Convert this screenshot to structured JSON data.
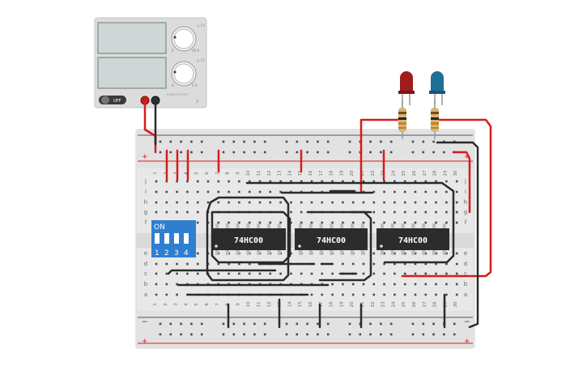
{
  "power_supply": {
    "switch_label": "OFF",
    "knob_labels": [
      "0",
      "30 V",
      "0",
      "5 A"
    ],
    "side_label": "POWER SUPPLY"
  },
  "breadboard": {
    "column_numbers": [
      "1",
      "2",
      "3",
      "4",
      "5",
      "6",
      "7",
      "8",
      "9",
      "10",
      "11",
      "12",
      "13",
      "14",
      "15",
      "16",
      "17",
      "18",
      "19",
      "20",
      "21",
      "22",
      "23",
      "24",
      "25",
      "26",
      "27",
      "28",
      "29",
      "30"
    ],
    "row_letters_top": [
      "j",
      "i",
      "h",
      "g",
      "f"
    ],
    "row_letters_bottom": [
      "e",
      "d",
      "c",
      "b",
      "a"
    ],
    "rail_plus": "+",
    "rail_minus": "−"
  },
  "dip_switch": {
    "on_label": "ON",
    "numbers": [
      "1",
      "2",
      "3",
      "4"
    ],
    "color": "#2f7fd1"
  },
  "chips": [
    {
      "label": "74HC00"
    },
    {
      "label": "74HC00"
    },
    {
      "label": "74HC00"
    }
  ],
  "leds": [
    {
      "color": "#a11c1c",
      "name": "red-led"
    },
    {
      "color": "#1d6f95",
      "name": "blue-led"
    }
  ],
  "wire_colors": {
    "red": "#d61c1c",
    "black": "#2a2a2a"
  }
}
